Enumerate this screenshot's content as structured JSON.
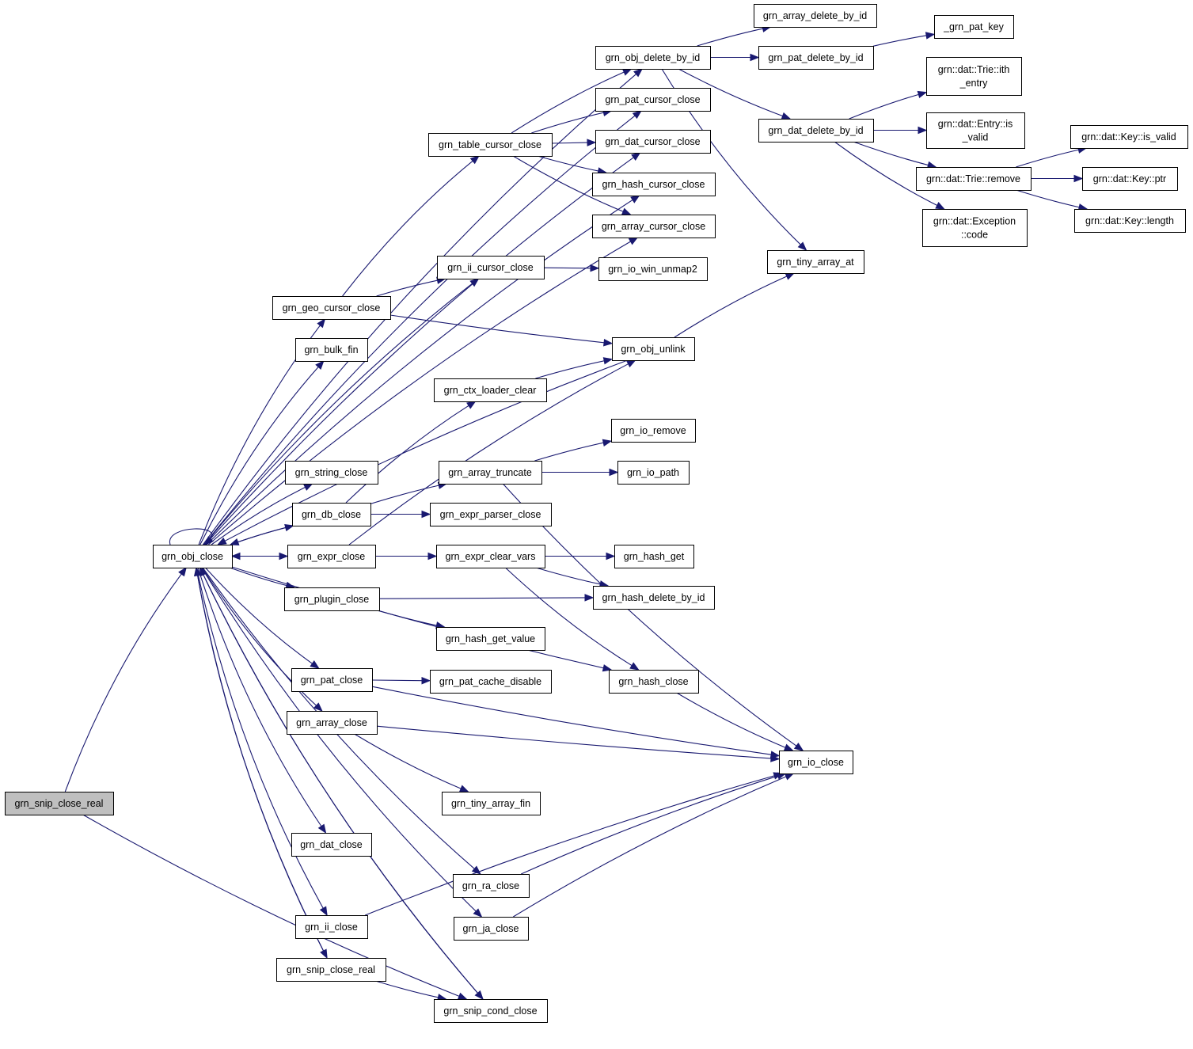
{
  "colors": {
    "edge": "#191970",
    "root_fill": "#bfbfbf",
    "node_fill": "#ffffff",
    "node_border": "#000000"
  },
  "nodes": [
    {
      "id": "snip_close_real_root",
      "lines": [
        "grn_snip_close_real"
      ],
      "root": true
    },
    {
      "id": "obj_close",
      "lines": [
        "grn_obj_close"
      ]
    },
    {
      "id": "obj_delete_by_id",
      "lines": [
        "grn_obj_delete_by_id"
      ]
    },
    {
      "id": "array_delete_by_id",
      "lines": [
        "grn_array_delete_by_id"
      ]
    },
    {
      "id": "pat_delete_by_id",
      "lines": [
        "grn_pat_delete_by_id"
      ]
    },
    {
      "id": "pat_key",
      "lines": [
        "_grn_pat_key"
      ]
    },
    {
      "id": "trie_ith_entry",
      "lines": [
        "grn::dat::Trie::ith",
        "_entry"
      ]
    },
    {
      "id": "dat_delete_by_id",
      "lines": [
        "grn_dat_delete_by_id"
      ]
    },
    {
      "id": "entry_is_valid",
      "lines": [
        "grn::dat::Entry::is",
        "_valid"
      ]
    },
    {
      "id": "trie_remove",
      "lines": [
        "grn::dat::Trie::remove"
      ]
    },
    {
      "id": "key_is_valid",
      "lines": [
        "grn::dat::Key::is_valid"
      ]
    },
    {
      "id": "key_ptr",
      "lines": [
        "grn::dat::Key::ptr"
      ]
    },
    {
      "id": "key_length",
      "lines": [
        "grn::dat::Key::length"
      ]
    },
    {
      "id": "exception_code",
      "lines": [
        "grn::dat::Exception",
        "::code"
      ]
    },
    {
      "id": "pat_cursor_close",
      "lines": [
        "grn_pat_cursor_close"
      ]
    },
    {
      "id": "table_cursor_close",
      "lines": [
        "grn_table_cursor_close"
      ]
    },
    {
      "id": "dat_cursor_close",
      "lines": [
        "grn_dat_cursor_close"
      ]
    },
    {
      "id": "hash_cursor_close",
      "lines": [
        "grn_hash_cursor_close"
      ]
    },
    {
      "id": "array_cursor_close",
      "lines": [
        "grn_array_cursor_close"
      ]
    },
    {
      "id": "tiny_array_at",
      "lines": [
        "grn_tiny_array_at"
      ]
    },
    {
      "id": "ii_cursor_close",
      "lines": [
        "grn_ii_cursor_close"
      ]
    },
    {
      "id": "io_win_unmap2",
      "lines": [
        "grn_io_win_unmap2"
      ]
    },
    {
      "id": "geo_cursor_close",
      "lines": [
        "grn_geo_cursor_close"
      ]
    },
    {
      "id": "obj_unlink",
      "lines": [
        "grn_obj_unlink"
      ]
    },
    {
      "id": "bulk_fin",
      "lines": [
        "grn_bulk_fin"
      ]
    },
    {
      "id": "ctx_loader_clear",
      "lines": [
        "grn_ctx_loader_clear"
      ]
    },
    {
      "id": "io_remove",
      "lines": [
        "grn_io_remove"
      ]
    },
    {
      "id": "string_close",
      "lines": [
        "grn_string_close"
      ]
    },
    {
      "id": "array_truncate",
      "lines": [
        "grn_array_truncate"
      ]
    },
    {
      "id": "io_path",
      "lines": [
        "grn_io_path"
      ]
    },
    {
      "id": "db_close",
      "lines": [
        "grn_db_close"
      ]
    },
    {
      "id": "expr_parser_close",
      "lines": [
        "grn_expr_parser_close"
      ]
    },
    {
      "id": "expr_close",
      "lines": [
        "grn_expr_close"
      ]
    },
    {
      "id": "expr_clear_vars",
      "lines": [
        "grn_expr_clear_vars"
      ]
    },
    {
      "id": "hash_get",
      "lines": [
        "grn_hash_get"
      ]
    },
    {
      "id": "plugin_close",
      "lines": [
        "grn_plugin_close"
      ]
    },
    {
      "id": "hash_delete_by_id",
      "lines": [
        "grn_hash_delete_by_id"
      ]
    },
    {
      "id": "hash_get_value",
      "lines": [
        "grn_hash_get_value"
      ]
    },
    {
      "id": "pat_close",
      "lines": [
        "grn_pat_close"
      ]
    },
    {
      "id": "pat_cache_disable",
      "lines": [
        "grn_pat_cache_disable"
      ]
    },
    {
      "id": "hash_close",
      "lines": [
        "grn_hash_close"
      ]
    },
    {
      "id": "array_close",
      "lines": [
        "grn_array_close"
      ]
    },
    {
      "id": "io_close",
      "lines": [
        "grn_io_close"
      ]
    },
    {
      "id": "tiny_array_fin",
      "lines": [
        "grn_tiny_array_fin"
      ]
    },
    {
      "id": "dat_close",
      "lines": [
        "grn_dat_close"
      ]
    },
    {
      "id": "ra_close",
      "lines": [
        "grn_ra_close"
      ]
    },
    {
      "id": "ja_close",
      "lines": [
        "grn_ja_close"
      ]
    },
    {
      "id": "ii_close",
      "lines": [
        "grn_ii_close"
      ]
    },
    {
      "id": "snip_close_real",
      "lines": [
        "grn_snip_close_real"
      ]
    },
    {
      "id": "snip_cond_close",
      "lines": [
        "grn_snip_cond_close"
      ]
    }
  ],
  "edges": [
    [
      "snip_close_real_root",
      "obj_close"
    ],
    [
      "snip_close_real_root",
      "snip_cond_close"
    ],
    [
      "obj_close",
      "obj_close"
    ],
    [
      "obj_close",
      "obj_delete_by_id"
    ],
    [
      "obj_close",
      "pat_cursor_close"
    ],
    [
      "obj_close",
      "dat_cursor_close"
    ],
    [
      "obj_close",
      "hash_cursor_close"
    ],
    [
      "obj_close",
      "array_cursor_close"
    ],
    [
      "obj_close",
      "ii_cursor_close"
    ],
    [
      "obj_close",
      "geo_cursor_close"
    ],
    [
      "obj_close",
      "bulk_fin"
    ],
    [
      "obj_close",
      "string_close"
    ],
    [
      "obj_close",
      "db_close"
    ],
    [
      "obj_close",
      "expr_close"
    ],
    [
      "obj_close",
      "plugin_close"
    ],
    [
      "obj_close",
      "pat_close"
    ],
    [
      "obj_close",
      "array_close"
    ],
    [
      "obj_close",
      "hash_close"
    ],
    [
      "obj_close",
      "dat_close"
    ],
    [
      "obj_close",
      "ra_close"
    ],
    [
      "obj_close",
      "ja_close"
    ],
    [
      "obj_close",
      "ii_close"
    ],
    [
      "obj_close",
      "snip_close_real"
    ],
    [
      "obj_close",
      "snip_cond_close"
    ],
    [
      "obj_delete_by_id",
      "array_delete_by_id"
    ],
    [
      "obj_delete_by_id",
      "pat_delete_by_id"
    ],
    [
      "obj_delete_by_id",
      "dat_delete_by_id"
    ],
    [
      "obj_delete_by_id",
      "tiny_array_at"
    ],
    [
      "pat_delete_by_id",
      "pat_key"
    ],
    [
      "dat_delete_by_id",
      "trie_ith_entry"
    ],
    [
      "dat_delete_by_id",
      "entry_is_valid"
    ],
    [
      "dat_delete_by_id",
      "trie_remove"
    ],
    [
      "dat_delete_by_id",
      "exception_code"
    ],
    [
      "trie_remove",
      "key_is_valid"
    ],
    [
      "trie_remove",
      "key_ptr"
    ],
    [
      "trie_remove",
      "key_length"
    ],
    [
      "table_cursor_close",
      "obj_delete_by_id"
    ],
    [
      "table_cursor_close",
      "pat_cursor_close"
    ],
    [
      "table_cursor_close",
      "dat_cursor_close"
    ],
    [
      "table_cursor_close",
      "hash_cursor_close"
    ],
    [
      "table_cursor_close",
      "array_cursor_close"
    ],
    [
      "ii_cursor_close",
      "io_win_unmap2"
    ],
    [
      "geo_cursor_close",
      "table_cursor_close"
    ],
    [
      "geo_cursor_close",
      "ii_cursor_close"
    ],
    [
      "geo_cursor_close",
      "obj_unlink"
    ],
    [
      "obj_unlink",
      "obj_close"
    ],
    [
      "obj_unlink",
      "tiny_array_at"
    ],
    [
      "ctx_loader_clear",
      "obj_unlink"
    ],
    [
      "db_close",
      "obj_close"
    ],
    [
      "db_close",
      "ctx_loader_clear"
    ],
    [
      "db_close",
      "array_truncate"
    ],
    [
      "db_close",
      "expr_parser_close"
    ],
    [
      "array_truncate",
      "io_remove"
    ],
    [
      "array_truncate",
      "io_path"
    ],
    [
      "array_truncate",
      "io_close"
    ],
    [
      "expr_close",
      "obj_close"
    ],
    [
      "expr_close",
      "obj_unlink"
    ],
    [
      "expr_close",
      "expr_clear_vars"
    ],
    [
      "expr_clear_vars",
      "hash_get"
    ],
    [
      "expr_clear_vars",
      "hash_delete_by_id"
    ],
    [
      "expr_clear_vars",
      "hash_close"
    ],
    [
      "plugin_close",
      "hash_delete_by_id"
    ],
    [
      "plugin_close",
      "hash_get_value"
    ],
    [
      "pat_close",
      "pat_cache_disable"
    ],
    [
      "pat_close",
      "io_close"
    ],
    [
      "array_close",
      "io_close"
    ],
    [
      "array_close",
      "tiny_array_fin"
    ],
    [
      "hash_close",
      "io_close"
    ],
    [
      "ra_close",
      "io_close"
    ],
    [
      "ja_close",
      "io_close"
    ],
    [
      "ii_close",
      "io_close"
    ],
    [
      "snip_close_real",
      "obj_close"
    ],
    [
      "snip_close_real",
      "snip_cond_close"
    ],
    [
      "snip_cond_close",
      "obj_close"
    ]
  ]
}
